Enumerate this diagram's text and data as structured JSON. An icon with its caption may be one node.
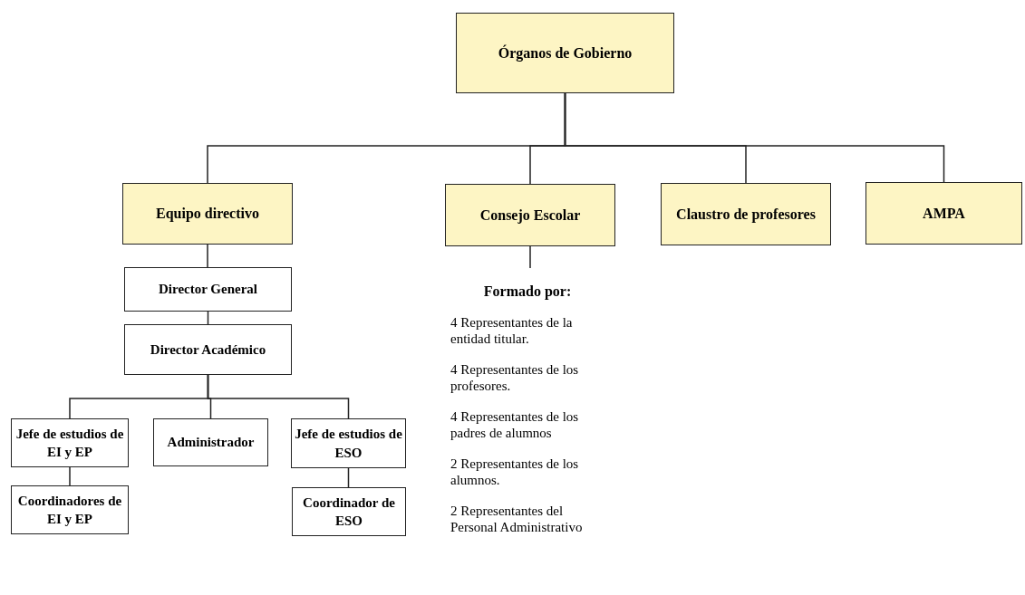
{
  "diagram": {
    "nodes": [
      {
        "text": [
          "Órganos de Gobierno"
        ]
      },
      {
        "text": [
          "Equipo directivo"
        ]
      },
      {
        "text": [
          "Consejo Escolar"
        ]
      },
      {
        "text": [
          "Claustro de profesores"
        ]
      },
      {
        "text": [
          "AMPA"
        ]
      },
      {
        "text": [
          "Director General"
        ]
      },
      {
        "text": [
          "Director Académico"
        ]
      },
      {
        "text": [
          "Jefe de estudios de EI y EP"
        ]
      },
      {
        "text": [
          "Administrador"
        ]
      },
      {
        "text": [
          "Jefe de estudios de ESO"
        ]
      },
      {
        "text": [
          "Coordinadores de EI y EP"
        ]
      },
      {
        "text": [
          "Coordinador de ESO"
        ]
      },
      {
        "text": [
          "Formado por:",
          "4 Representantes de la entidad titular.",
          "4 Representantes de los profesores.",
          "4 Representantes de los padres de alumnos",
          "2 Representantes de los alumnos.",
          "2 Representantes del Personal Administrativo"
        ]
      }
    ],
    "edges": [
      {
        "from": 0,
        "to": 1,
        "arrow": "none"
      },
      {
        "from": 0,
        "to": 2,
        "arrow": "none"
      },
      {
        "from": 0,
        "to": 3,
        "arrow": "none"
      },
      {
        "from": 0,
        "to": 4,
        "arrow": "none"
      },
      {
        "from": 1,
        "to": 5,
        "arrow": "none"
      },
      {
        "from": 5,
        "to": 6,
        "arrow": "none"
      },
      {
        "from": 6,
        "to": 7,
        "arrow": "none"
      },
      {
        "from": 6,
        "to": 8,
        "arrow": "none"
      },
      {
        "from": 6,
        "to": 9,
        "arrow": "none"
      },
      {
        "from": 7,
        "to": 10,
        "arrow": "none"
      },
      {
        "from": 9,
        "to": 11,
        "arrow": "none"
      },
      {
        "from": 2,
        "to": 12,
        "arrow": "none"
      }
    ]
  }
}
